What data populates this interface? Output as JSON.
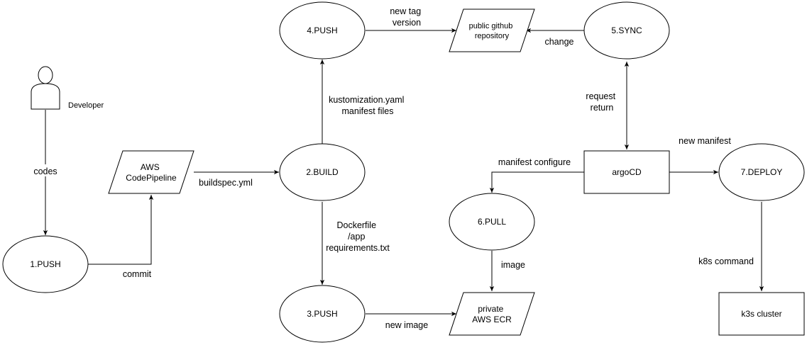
{
  "actors": {
    "developer": "Developer"
  },
  "nodes": {
    "aws_codepipeline": [
      "AWS",
      "CodePipeline"
    ],
    "build": "2.BUILD",
    "push1": "1.PUSH",
    "push3": "3.PUSH",
    "push4": "4.PUSH",
    "sync5": "5.SYNC",
    "pull6": "6.PULL",
    "deploy7": "7.DEPLOY",
    "github_repo": [
      "public github",
      "repository"
    ],
    "ecr": [
      "private",
      "AWS ECR"
    ],
    "argocd": "argoCD",
    "k3s_cluster": "k3s cluster"
  },
  "edges": {
    "codes": "codes",
    "commit": "commit",
    "buildspec": "buildspec.yml",
    "kustomization": [
      "kustomization.yaml",
      "manifest files"
    ],
    "docker_files": [
      "Dockerfile",
      "/app",
      "requirements.txt"
    ],
    "new_tag": [
      "new tag",
      "version"
    ],
    "new_image": "new image",
    "change": "change",
    "request_return": [
      "request",
      "return"
    ],
    "manifest_configure": "manifest configure",
    "image": "image",
    "new_manifest": "new manifest",
    "k8s_command": "k8s command"
  }
}
